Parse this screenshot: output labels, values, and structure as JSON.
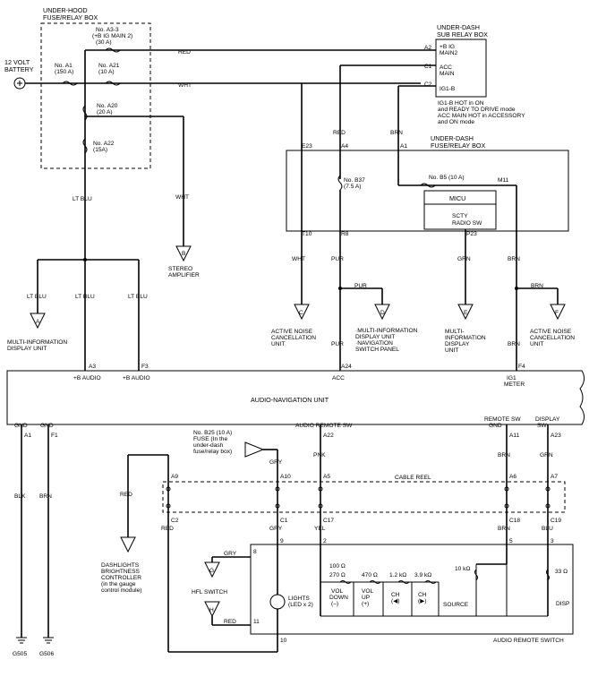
{
  "boxes": {
    "under_hood": [
      "UNDER-HOOD",
      "FUSE/RELAY BOX"
    ],
    "under_dash_sub": [
      "UNDER-DASH",
      "SUB RELAY BOX"
    ],
    "under_dash_fuse": [
      "UNDER-DASH",
      "FUSE/RELAY BOX"
    ],
    "audio_nav": "AUDIO-NAVIGATION UNIT",
    "micu": "MICU",
    "scty": [
      "SCTY",
      "RADIO SW"
    ],
    "cable_reel": "CABLE REEL",
    "audio_remote_switch": "AUDIO REMOTE SWITCH"
  },
  "battery": [
    "12 VOLT",
    "BATTERY"
  ],
  "fuses": {
    "a33": [
      "No. A3-3",
      "(+B IG MAIN 2)",
      "(30 A)"
    ],
    "a1": [
      "No. A1",
      "(150 A)"
    ],
    "a21": [
      "No. A21",
      "(10 A)"
    ],
    "a20": [
      "No. A20",
      "(20 A)"
    ],
    "a22": [
      "No. A22",
      "(15A)"
    ],
    "b37": [
      "No. B37",
      "(7.5 A)"
    ],
    "b5": "No. B5 (10 A)",
    "b25": [
      "No. B25 (10 A)",
      "FUSE (In the",
      "under-dash",
      "fuse/relay box)"
    ]
  },
  "sub_relay_pins": {
    "a2": "A2",
    "c1": "C1",
    "c2": "C2",
    "ig_main2": [
      "+B IG",
      "MAIN2"
    ],
    "acc_main": [
      "ACC",
      "MAIN"
    ],
    "ig1b": "IG1-B",
    "note": [
      "IG1-B HOT in ON",
      "and READY TO DRIVE mode",
      "ACC MAIN HOT in ACCESSORY",
      "and ON mode"
    ]
  },
  "wires": {
    "red": "RED",
    "wht": "WHT",
    "lt_blu": "LT BLU",
    "brn": "BRN",
    "pur": "PUR",
    "grn": "GRN",
    "blk": "BLK",
    "gry": "GRY",
    "pnk": "PNK",
    "yel": "YEL",
    "blu": "BLU"
  },
  "pins": {
    "e23": "E23",
    "a4": "A4",
    "a1": "A1",
    "m11": "M11",
    "t10": "T10",
    "r8": "R8",
    "p23": "P23",
    "a3": "A3",
    "f3": "F3",
    "a24": "A24",
    "f4": "F4",
    "ia1": "A1",
    "f1": "F1",
    "a22": "A22",
    "a11": "A11",
    "a23": "A23",
    "a9": "A9",
    "a10": "A10",
    "a5": "A5",
    "a6": "A6",
    "a7": "A7",
    "c2": "C2",
    "c1": "C1",
    "c17": "C17",
    "c18": "C18",
    "c19": "C19",
    "p9": "9",
    "p2": "2",
    "p5": "5",
    "p3": "3",
    "p8": "8",
    "p11": "11",
    "p10": "10"
  },
  "unit_labels": {
    "b_audio": "+B AUDIO",
    "acc": "ACC",
    "ig1_meter": [
      "IG1",
      "METER"
    ],
    "gnd": "GND",
    "audio_remote_sw": "AUDIO REMOTE SW",
    "remote_sw_gnd": [
      "REMOTE SW",
      "GND"
    ],
    "display_sw": [
      "DISPLAY",
      "SW"
    ]
  },
  "connectors": {
    "a": "A",
    "b": "B",
    "c": "C",
    "d": "D",
    "e": "E",
    "f": "F",
    "g": "G",
    "h": "H",
    "a_label": [
      "MULTI-INFORMATION",
      "DISPLAY UNIT"
    ],
    "b_label": [
      "STEREO",
      "AMPLIFIER"
    ],
    "c_label": [
      "ACTIVE NOISE",
      "CANCELLATION",
      "UNIT"
    ],
    "d_label": [
      "·MULTI-INFORMATION",
      "  DISPLAY UNIT",
      "·NAVIGATION",
      "  SWITCH PANEL"
    ],
    "e_label": [
      "MULTI-",
      "INFORMATION",
      "DISPLAY",
      "UNIT"
    ],
    "f_label": [
      "ACTIVE NOISE",
      "CANCELLATION",
      "UNIT"
    ],
    "dashlights": [
      "DASHLIGHTS",
      "BRIGHTNESS",
      "CONTROLLER",
      "(in the gauge",
      "control module)"
    ],
    "hfl_switch": "HFL SWITCH"
  },
  "switch_internals": {
    "lights": [
      "LIGHTS",
      "(LED x 2)"
    ],
    "r100": "100 Ω",
    "r270": "270 Ω",
    "r470": "470 Ω",
    "r1k2": "1.2 kΩ",
    "r3k9": "3.9 kΩ",
    "r10k": "10 kΩ",
    "r33": "33 Ω",
    "vol_down": [
      "VOL",
      "DOWN",
      "(–)"
    ],
    "vol_up": [
      "VOL",
      "UP",
      "(+)"
    ],
    "ch_left": [
      "CH",
      "(◀)"
    ],
    "ch_right": [
      "CH",
      "(▶)"
    ],
    "source": "SOURCE",
    "disp": "DISP"
  },
  "grounds": {
    "g505": "G505",
    "g506": "G506"
  }
}
